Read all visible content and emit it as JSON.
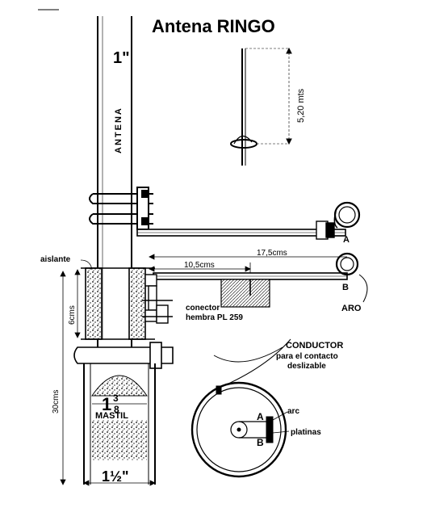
{
  "title": "Antena RINGO",
  "labels": {
    "pipe_top": "1\"",
    "antena": "ANTENA",
    "dim_height": "5,20 mts",
    "aislante": "aislante",
    "dim_6cms": "6cms",
    "dim_30cms": "30cms",
    "dim_105": "10,5cms",
    "dim_175": "17,5cms",
    "point_a": "A",
    "point_b": "B",
    "aro": "ARO",
    "conector_1": "conector",
    "conector_2": "hembra PL 259",
    "conductor_1": "CONDUCTOR",
    "conductor_2": "para el contacto",
    "conductor_3": "deslizable",
    "arc": "arc",
    "platinas": "platinas",
    "mastil": "MASTIL",
    "frac_1": "1",
    "frac_3": "3",
    "frac_8": "8",
    "bottom_dim": "1½\"",
    "detail_a": "A",
    "detail_b": "B"
  },
  "colors": {
    "ink": "#000000",
    "paper": "#ffffff"
  }
}
